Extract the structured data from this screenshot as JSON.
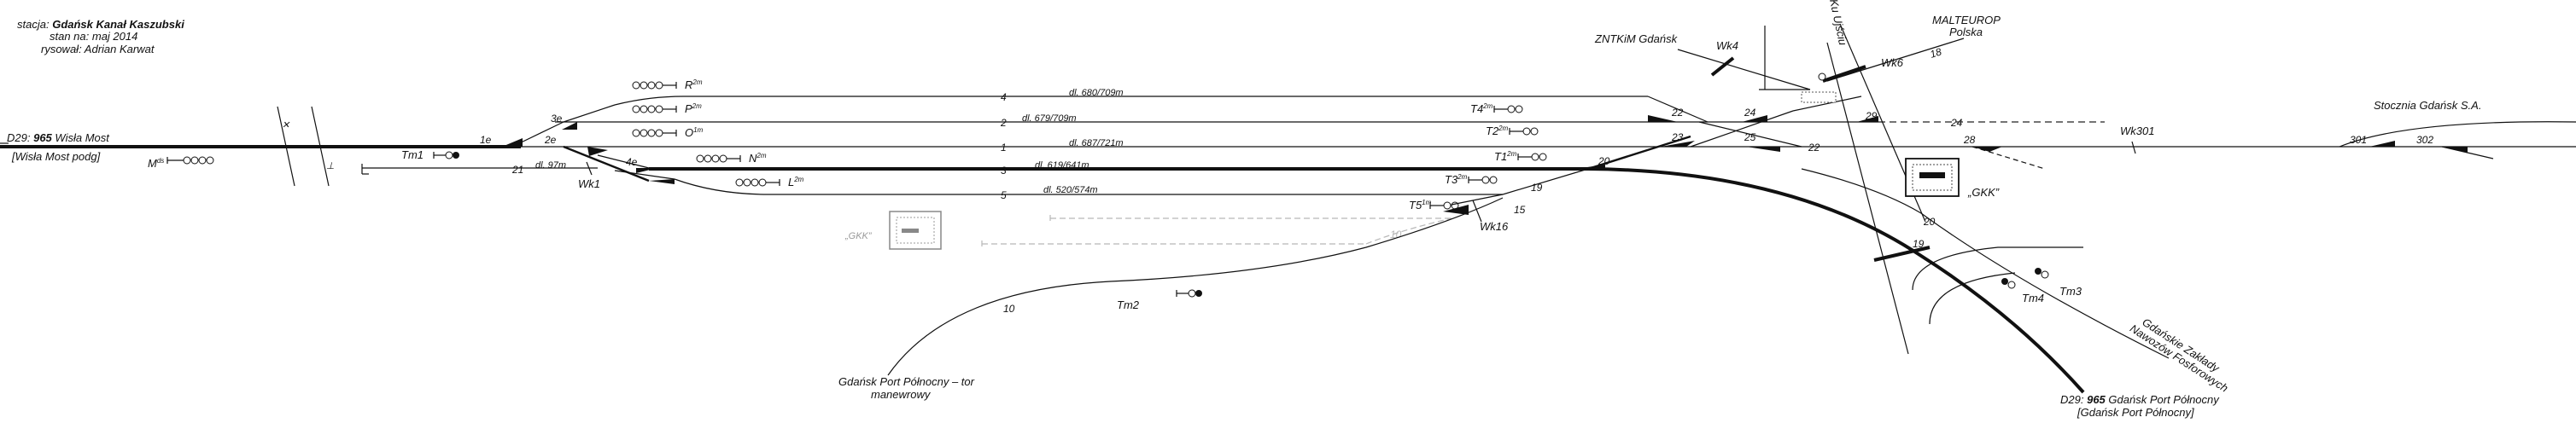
{
  "header": {
    "station_prefix": "stacja:",
    "station_name": "Gdańsk Kanał Kaszubski",
    "state_as_of": "stan na: maj 2014",
    "drawn_by": "rysował: Adrian Karwat"
  },
  "places": {
    "west_line_prefix": "D29:",
    "west_line_num": "965",
    "west_line_name": "Wisła Most",
    "west_line_sub": "[Wisła Most podg]",
    "znt": "ZNTKiM Gdańsk",
    "malteurop_1": "MALTEUROP",
    "malteurop_2": "Polska",
    "stocznia": "Stocznia Gdańsk S.A.",
    "ku_ujsciu": "Ku Ujściu",
    "gkk_right": "„GKK”",
    "gkk_left": "„GKK”",
    "port_tor_1": "Gdańsk Port Północny – tor",
    "port_tor_2": "manewrowy",
    "gzn_1": "Gdańskie Zakłady",
    "gzn_2": "Nawozów Fosforowych",
    "east_line_prefix": "D29:",
    "east_line_num": "965",
    "east_line_name": "Gdańsk Port Północny",
    "east_line_sub": "[Gdańsk Port Północny]"
  },
  "tracks": {
    "t4": "4",
    "t2": "2",
    "t1": "1",
    "t3": "3",
    "t5": "5",
    "t21": "21",
    "t10a": "10",
    "t10b": "10",
    "t20": "20",
    "t18": "18",
    "t22r": "22",
    "t24r": "24"
  },
  "lengths": {
    "l4": "dl. 680/709m",
    "l2": "dl. 679/709m",
    "l1": "dl. 687/721m",
    "l3": "dl. 619/641m",
    "l5": "dl. 520/574m",
    "l21": "dl. 97m"
  },
  "switches": {
    "s1e": "1e",
    "s2e": "2e",
    "s3e": "3e",
    "s4e": "4e",
    "s15": "15",
    "s19a": "19",
    "s19b": "19",
    "s20": "20",
    "s22": "22",
    "s23": "23",
    "s24": "24",
    "s25": "25",
    "s28": "28",
    "s29": "29",
    "s301": "301",
    "s302": "302"
  },
  "signals": {
    "R": "R",
    "P": "P",
    "O": "O",
    "N": "N",
    "L": "L",
    "M": "M",
    "T1": "T1",
    "T2": "T2",
    "T3": "T3",
    "T4": "T4",
    "T5": "T5",
    "sup_a": "2m",
    "sup_b": "1m",
    "sup_c": "ds"
  },
  "marks": {
    "tm1": "Tm1",
    "tm2": "Tm2",
    "tm3": "Tm3",
    "tm4": "Tm4",
    "wk1": "Wk1",
    "wk4": "Wk4",
    "wk6": "Wk6",
    "wk16": "Wk16",
    "wk301": "Wk301"
  },
  "colors": {
    "line": "#111111",
    "faint": "#b8b8b8",
    "background": "#ffffff"
  }
}
